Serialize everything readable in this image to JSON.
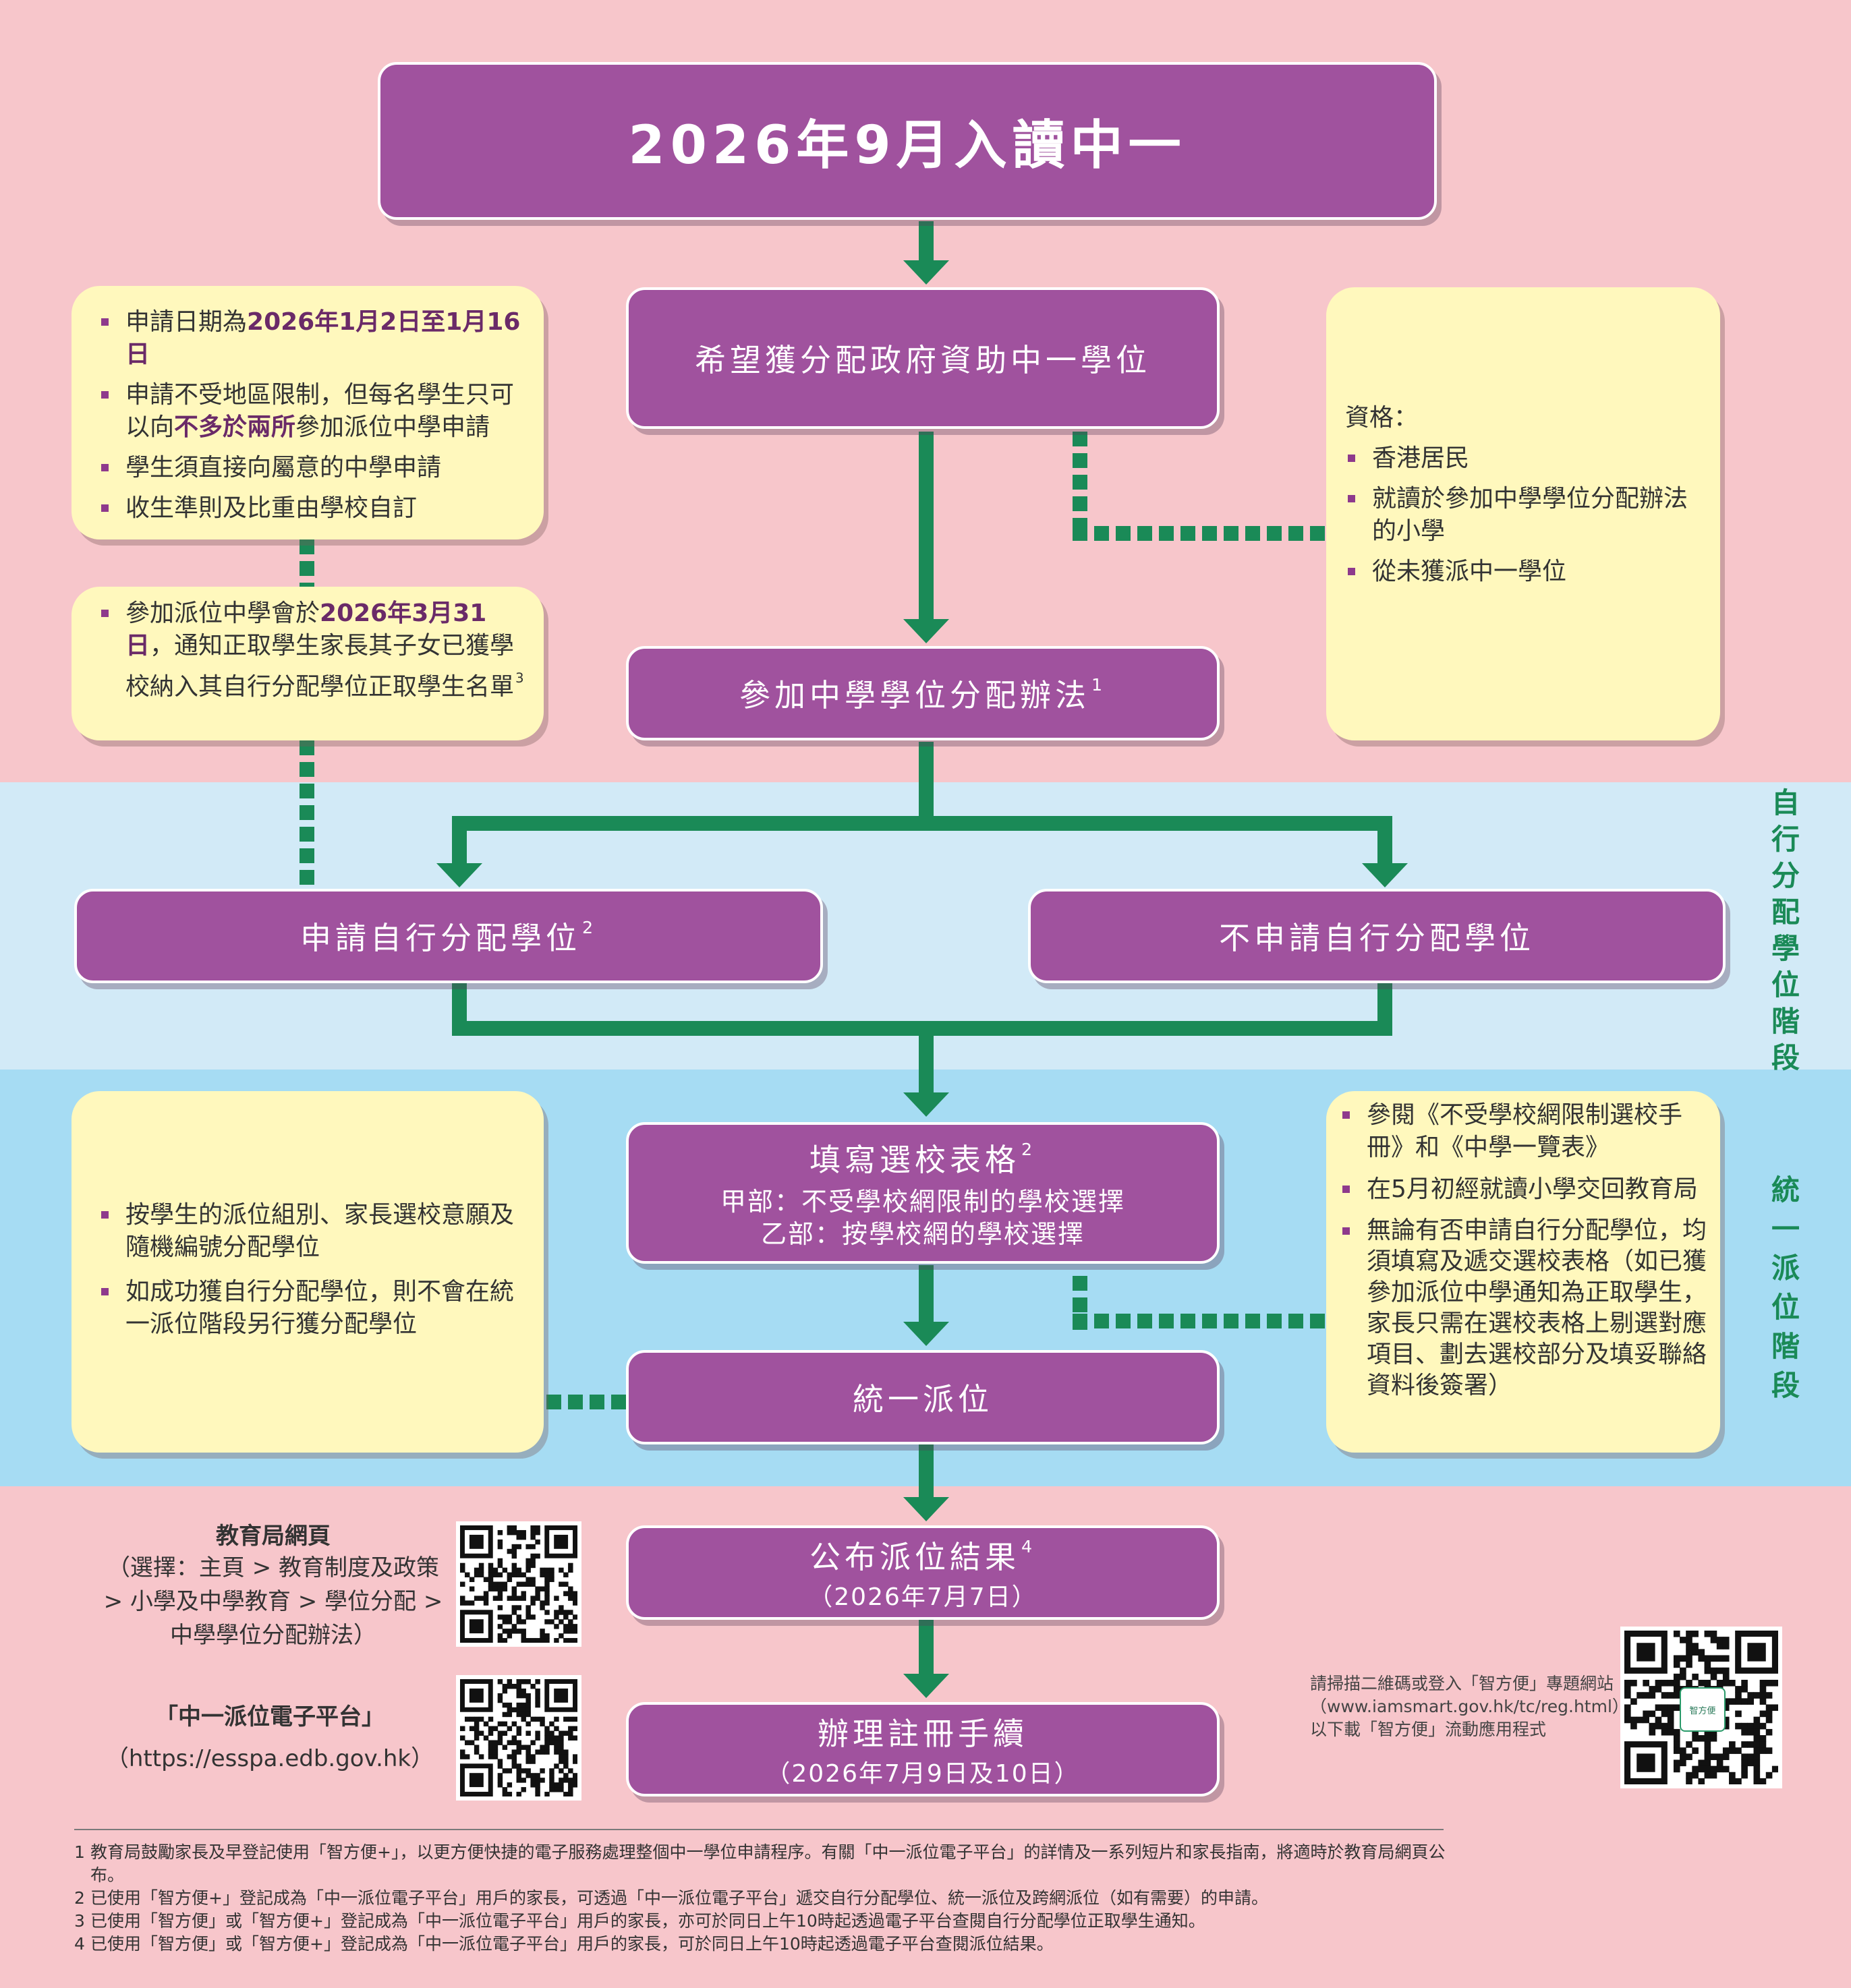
{
  "title": "2026年9月入讀中一",
  "nodes": {
    "hope": "希望獲分配政府資助中一學位",
    "join": "參加中學學位分配辦法",
    "join_sup": "1",
    "apply": "申請自行分配學位",
    "apply_sup": "2",
    "not_apply": "不申請自行分配學位",
    "fill_title": "填寫選校表格",
    "fill_sup": "2",
    "fill_a": "甲部：不受學校網限制的學校選擇",
    "fill_b": "乙部：按學校網的學校選擇",
    "central": "統一派位",
    "result": "公布派位結果",
    "result_sup": "4",
    "result_date": "（2026年7月7日）",
    "register": "辦理註冊手續",
    "register_date": "（2026年7月9日及10日）"
  },
  "notes": {
    "application": {
      "i1_a": "申請日期為",
      "i1_b": "2026年1月2日至1月16日",
      "i2_a": "申請不受地區限制，但每名學生只可以向",
      "i2_b": "不多於兩所",
      "i2_c": "參加派位中學申請",
      "i3": "學生須直接向屬意的中學申請",
      "i4": "收生準則及比重由學校自訂"
    },
    "notify": {
      "a": "參加派位中學會於",
      "b": "2026年3月31日",
      "c": "，通知正取學生家長其子女已獲學校納入其自行分配學位正取學生名單",
      "sup": "3"
    },
    "eligibility": {
      "heading": "資格：",
      "items": [
        "香港居民",
        "就讀於參加中學學位分配辦法的小學",
        "從未獲派中一學位"
      ]
    },
    "allocation": {
      "items": [
        "按學生的派位組別、家長選校意願及隨機編號分配學位",
        "如成功獲自行分配學位，則不會在統一派位階段另行獲分配學位"
      ]
    },
    "central": {
      "i1": "參閱《不受學校網限制選校手冊》和《中學一覽表》",
      "i2": "在5月初經就讀小學交回教育局",
      "i3": "無論有否申請自行分配學位，均須填寫及遞交選校表格（如已獲參加派位中學通知為正取學生，家長只需在選校表格上剔選對應項目、劃去選校部分及填妥聯絡資料後簽署）"
    }
  },
  "stages": {
    "discretionary": "自行分配學位階段",
    "central": "統一派位階段"
  },
  "links": {
    "edb_title": "教育局網頁",
    "edb_desc": "（選擇：主頁 > 教育制度及政策 > 小學及中學教育 > 學位分配 > 中學學位分配辦法）",
    "essp_title": "「中一派位電子平台」",
    "essp_url": "（https://esspa.edb.gov.hk）",
    "iam_note": "請掃描二維碼或登入「智方便」專題網站（www.iamsmart.gov.hk/tc/reg.html），以下載「智方便」流動應用程式",
    "iam_logo": "智方便"
  },
  "footnotes": [
    {
      "n": "1",
      "text": "教育局鼓勵家長及早登記使用「智方便+」，以更方便快捷的電子服務處理整個中一學位申請程序。有關「中一派位電子平台」的詳情及一系列短片和家長指南，將適時於教育局網頁公布。"
    },
    {
      "n": "2",
      "text": "已使用「智方便+」登記成為「中一派位電子平台」用戶的家長，可透過「中一派位電子平台」遞交自行分配學位、統一派位及跨網派位（如有需要）的申請。"
    },
    {
      "n": "3",
      "text": "已使用「智方便」或「智方便+」登記成為「中一派位電子平台」用戶的家長，亦可於同日上午10時起透過電子平台查閱自行分配學位正取學生通知。"
    },
    {
      "n": "4",
      "text": "已使用「智方便」或「智方便+」登記成為「中一派位電子平台」用戶的家長，可於同日上午10時起透過電子平台查閱派位結果。"
    }
  ],
  "colors": {
    "purple": "#a0529e",
    "green": "#1a8a57",
    "yellow": "#fff8bd",
    "pink": "#f7c6cb",
    "lightblue": "#d2eaf7",
    "blue": "#a6dcf3"
  }
}
